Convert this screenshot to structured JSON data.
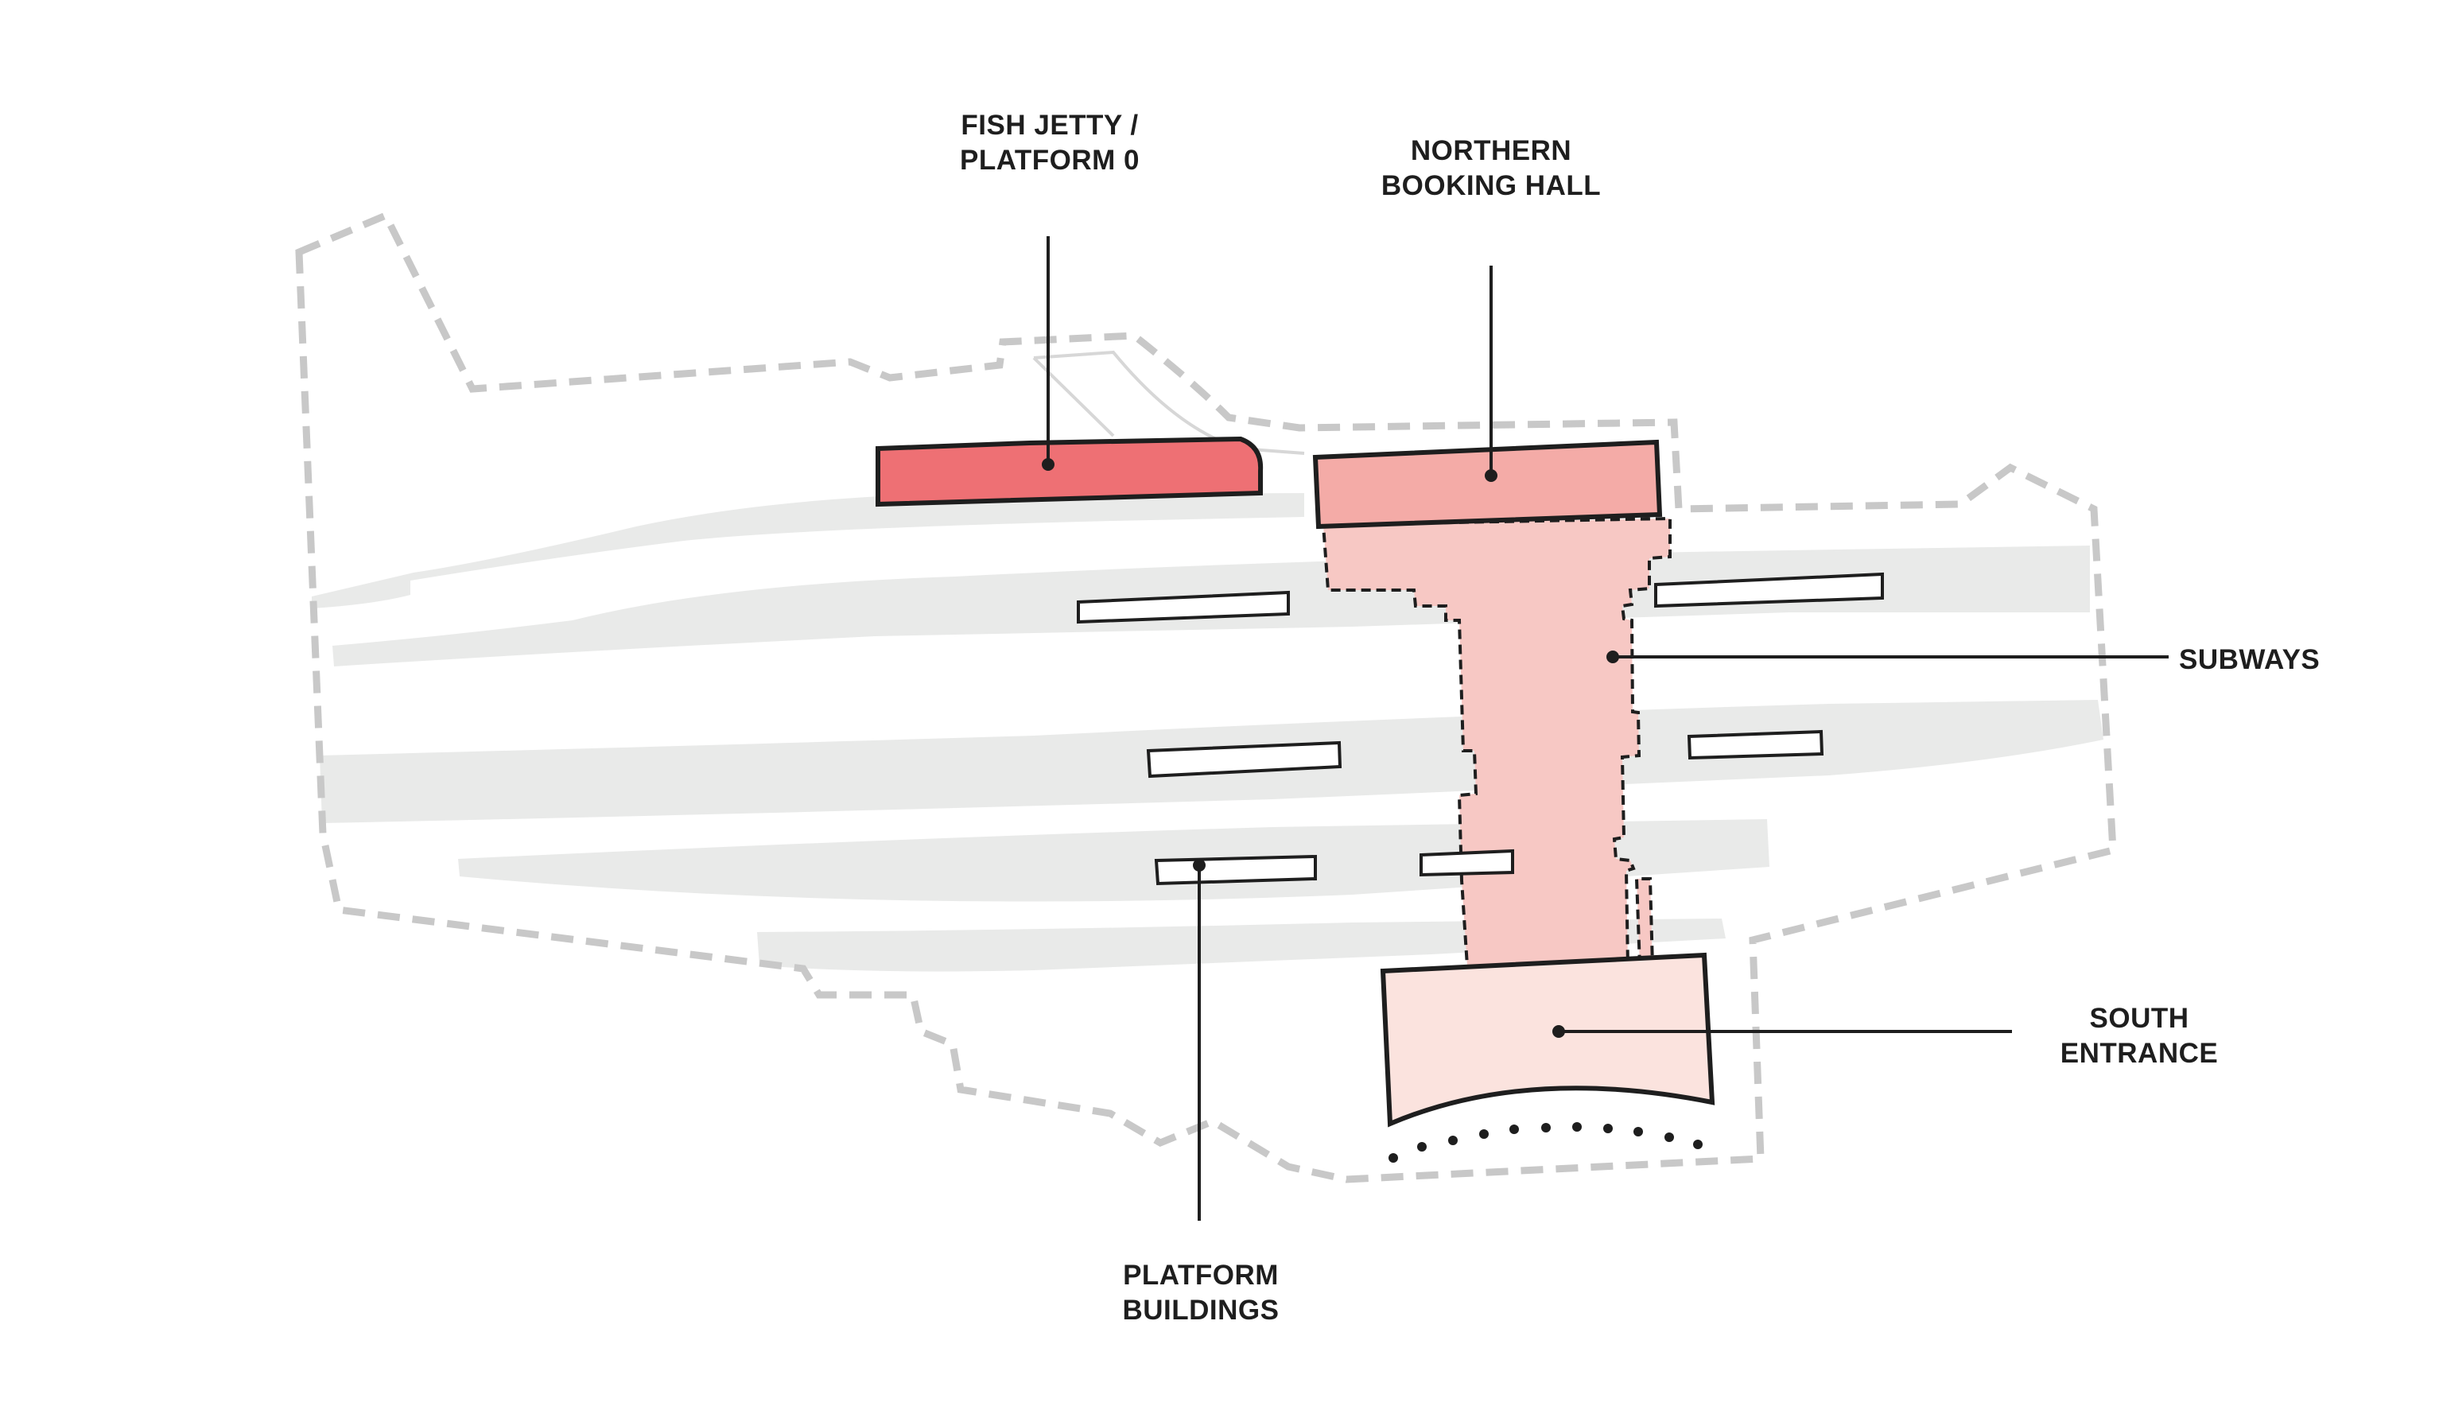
{
  "title": "Station site plan diagram",
  "colors": {
    "fish_jetty": "#EE7074",
    "booking_hall": "#F4ABA7",
    "subways": "#F7C8C4",
    "south_entrance": "#FBE3DE",
    "platforms": "#E9EAE9",
    "boundary": "#C8C8C8",
    "ink": "#1E1E1E"
  },
  "labels": {
    "fish_jetty": {
      "line1": "FISH JETTY /",
      "line2": "PLATFORM 0"
    },
    "northern_booking_hall": {
      "line1": "NORTHERN",
      "line2": "BOOKING HALL"
    },
    "subways": {
      "line1": "SUBWAYS"
    },
    "south_entrance": {
      "line1": "SOUTH",
      "line2": "ENTRANCE"
    },
    "platform_buildings": {
      "line1": "PLATFORM",
      "line2": "BUILDINGS"
    }
  },
  "features": {
    "platform_count": 5,
    "platform_building_count": 6,
    "subway_count": 2,
    "bollard_count": 11
  }
}
